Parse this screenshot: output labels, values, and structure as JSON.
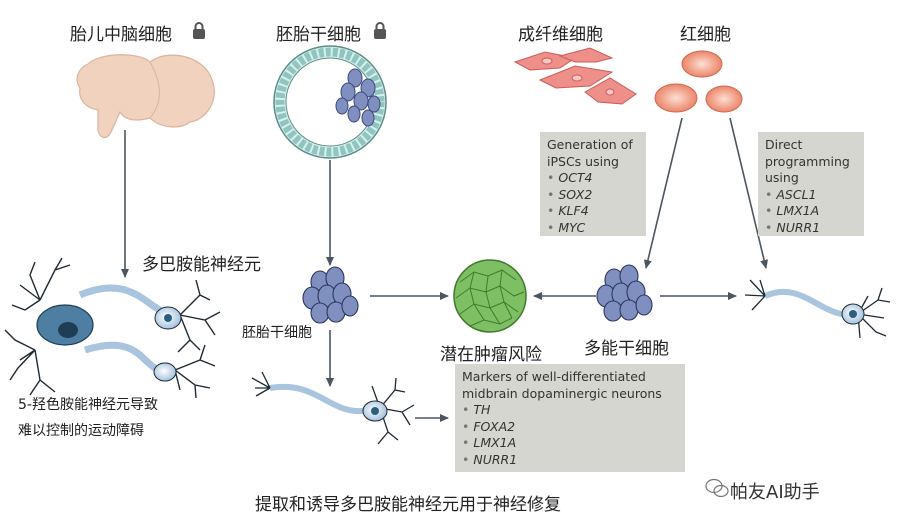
{
  "sources": {
    "fetal_brain": "胎儿中脑细胞",
    "embryonic_stem": "胚胎干细胞",
    "fibroblast": "成纤维细胞",
    "erythrocyte": "红细胞"
  },
  "labels": {
    "dopaminergic_neuron": "多巴胺能神经元",
    "esc_small": "胚胎干细胞",
    "tumor_risk": "潜在肿瘤风险",
    "ipsc": "多能干细胞",
    "disease_line1": "5-羟色胺能神经元导致",
    "disease_line2": "难以控制的运动障碍",
    "caption": "提取和诱导多巴胺能神经元用于神经修复"
  },
  "boxes": {
    "ipsc_generation": {
      "title": "Generation of iPSCs using",
      "items": [
        "OCT4",
        "SOX2",
        "KLF4",
        "MYC"
      ]
    },
    "direct_programming": {
      "title": "Direct programming using",
      "items": [
        "ASCL1",
        "LMX1A",
        "NURR1"
      ]
    },
    "markers": {
      "title": "Markers of well-differentiated midbrain dopaminergic neurons",
      "items": [
        "TH",
        "FOXA2",
        "LMX1A",
        "NURR1"
      ]
    }
  },
  "watermark": "帕友AI助手",
  "colors": {
    "neuron_blue": "#a8c4df",
    "neuron_dark": "#2b5f80",
    "esc_purple": "#7f8fc0",
    "tumor_green": "#7fbf63",
    "tissue_beige": "#f0d2bf",
    "fibroblast_pink": "#ef8f8a",
    "box_gray": "#d6d6d0",
    "arrow": "#4a5660"
  }
}
